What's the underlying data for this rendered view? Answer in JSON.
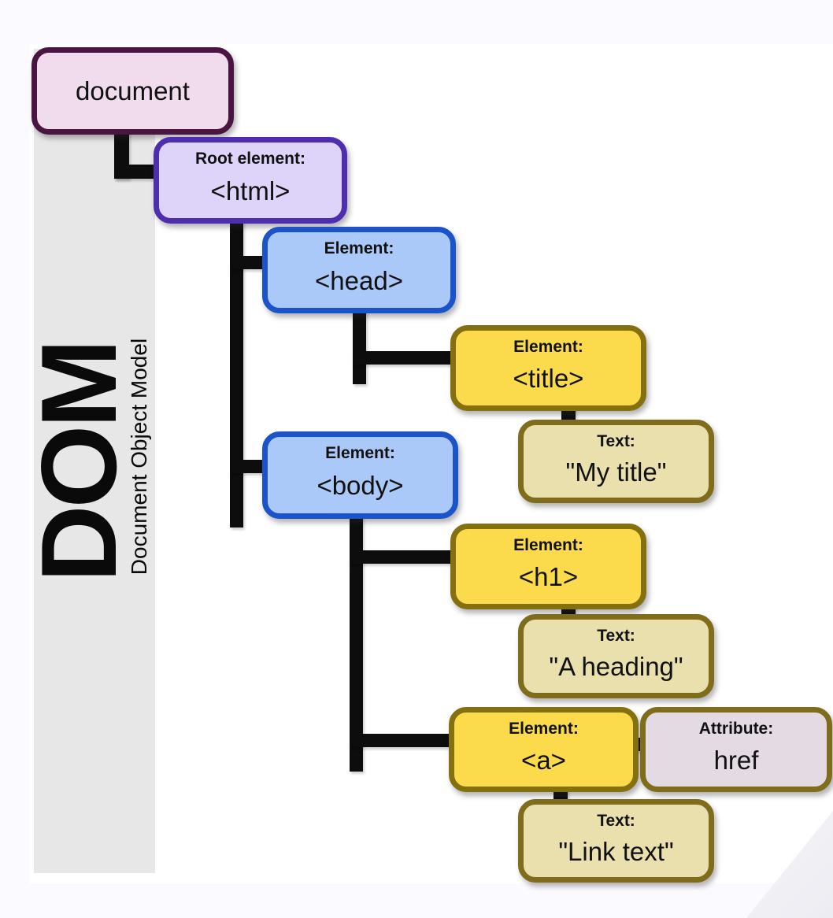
{
  "sidebar": {
    "acronym": "DOM",
    "subtitle": "Document Object Model"
  },
  "nodes": {
    "document": {
      "value": "document"
    },
    "html": {
      "label": "Root element:",
      "value": "<html>"
    },
    "head": {
      "label": "Element:",
      "value": "<head>"
    },
    "title_el": {
      "label": "Element:",
      "value": "<title>"
    },
    "my_title": {
      "label": "Text:",
      "value": "\"My title\""
    },
    "body_el": {
      "label": "Element:",
      "value": "<body>"
    },
    "h1_el": {
      "label": "Element:",
      "value": "<h1>"
    },
    "a_heading": {
      "label": "Text:",
      "value": "\"A heading\""
    },
    "a_el": {
      "label": "Element:",
      "value": "<a>"
    },
    "href_attr": {
      "label": "Attribute:",
      "value": "href"
    },
    "link_text": {
      "label": "Text:",
      "value": "\"Link text\""
    }
  },
  "colors": {
    "page_background": "#fbfbff",
    "canvas_background": "#ffffff",
    "band_gray": "#e7e7e7",
    "connector_black": "#0d0d0d",
    "document_fill": "#f1dcee",
    "document_border": "#4a1540",
    "root_fill": "#ded4f9",
    "root_border": "#4f2daf",
    "element_blue_fill": "#abc9f8",
    "element_blue_border": "#1a54c8",
    "element_yellow_fill": "#fbdb4b",
    "element_yellow_border": "#84700f",
    "text_tan_fill": "#e9e0ae",
    "text_tan_border": "#7f6d1b",
    "attribute_fill": "#e4dae4",
    "corner_triangle": "#ececf2"
  }
}
